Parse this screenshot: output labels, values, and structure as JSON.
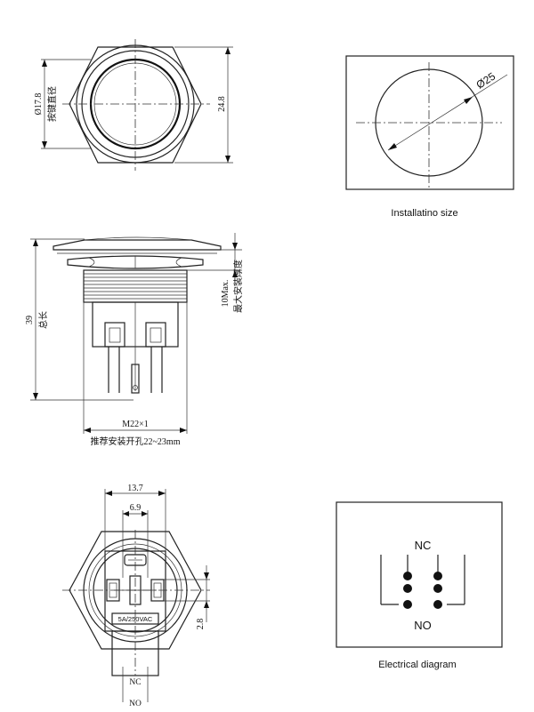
{
  "top_view": {
    "dim_button_diameter": "Ø17.8",
    "dim_button_diameter_cn": "按键直径",
    "dim_hex_height": "24.8"
  },
  "installation": {
    "dim_hole": "Ø25",
    "caption": "Installatino size"
  },
  "side_view": {
    "dim_total_length": "39",
    "dim_total_length_cn": "总长",
    "dim_max_thickness": "10Max.",
    "dim_max_thickness_cn": "最大安装厚度",
    "thread": "M22×1",
    "recommended_hole": "推荐安装开孔22~23mm"
  },
  "bottom_view": {
    "dim_width_outer": "13.7",
    "dim_width_inner": "6.9",
    "dim_terminal": "2.8",
    "rating": "5A/250VAC",
    "label_nc": "NC",
    "label_no": "NO"
  },
  "electrical": {
    "label_nc": "NC",
    "label_no": "NO",
    "caption": "Electrical diagram"
  }
}
